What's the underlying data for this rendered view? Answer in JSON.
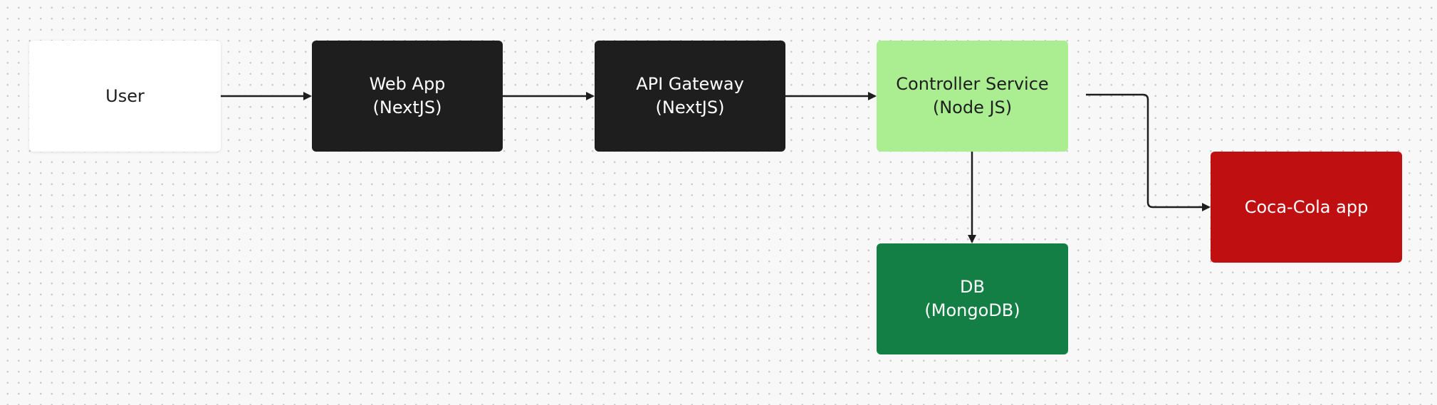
{
  "diagram": {
    "nodes": [
      {
        "id": "user",
        "lines": [
          "User"
        ],
        "fill": "#ffffff",
        "text_color": "#1e1e1e"
      },
      {
        "id": "webapp",
        "lines": [
          "Web App",
          "(NextJS)"
        ],
        "fill": "#1e1e1e",
        "text_color": "#ffffff"
      },
      {
        "id": "gateway",
        "lines": [
          "API Gateway",
          "(NextJS)"
        ],
        "fill": "#1e1e1e",
        "text_color": "#ffffff"
      },
      {
        "id": "controller",
        "lines": [
          "Controller Service",
          "(Node JS)"
        ],
        "fill": "#abee92",
        "text_color": "#1e1e1e"
      },
      {
        "id": "db",
        "lines": [
          "DB",
          "(MongoDB)"
        ],
        "fill": "#147f45",
        "text_color": "#ffffff"
      },
      {
        "id": "coca",
        "lines": [
          "Coca-Cola app"
        ],
        "fill": "#c00f10",
        "text_color": "#ffffff"
      }
    ],
    "edges": [
      {
        "from": "user",
        "to": "webapp"
      },
      {
        "from": "webapp",
        "to": "gateway"
      },
      {
        "from": "gateway",
        "to": "controller"
      },
      {
        "from": "controller",
        "to": "db"
      },
      {
        "from": "controller",
        "to": "coca"
      }
    ],
    "edge_color": "#1e1e1e",
    "background": "#f8f8f8"
  }
}
